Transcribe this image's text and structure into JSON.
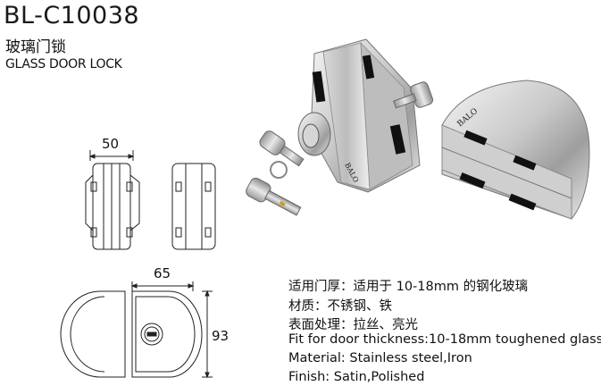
{
  "product": {
    "model": "BL-C10038",
    "name_cn": "玻璃门锁",
    "name_en": "GLASS DOOR LOCK"
  },
  "dimensions": {
    "side_width": "50",
    "bottom_width": "65",
    "bottom_height": "93"
  },
  "brand_mark": "BALO",
  "specs": [
    "适用门厚：适用于 10-18mm 的钢化玻璃",
    "材质：不锈钢、铁",
    "表面处理：拉丝、亮光",
    "Fit for door thickness:10-18mm toughened glass",
    "Material: Stainless steel,Iron",
    "Finish: Satin,Polished"
  ]
}
